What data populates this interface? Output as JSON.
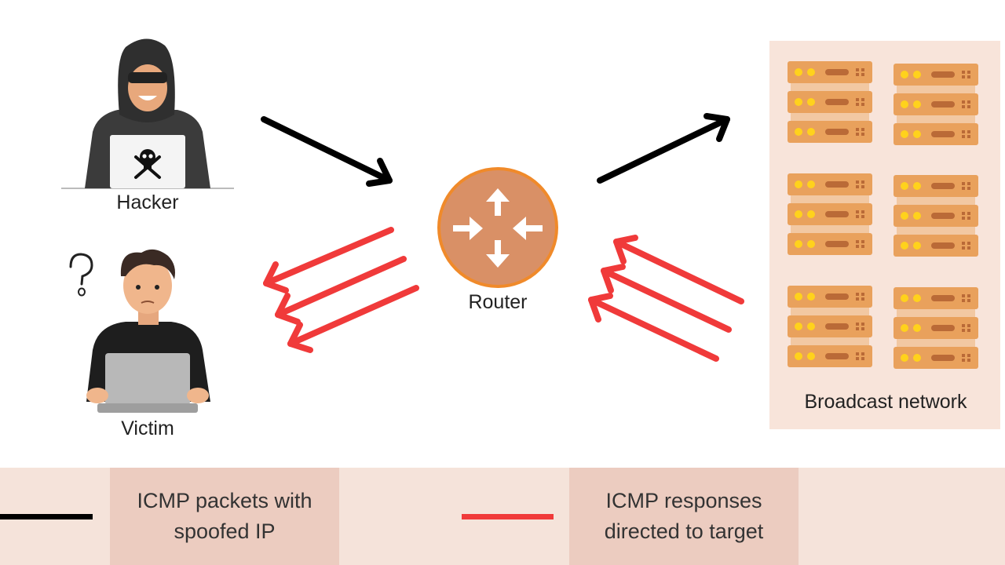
{
  "hacker": {
    "label": "Hacker"
  },
  "victim": {
    "label": "Victim"
  },
  "router": {
    "label": "Router"
  },
  "broadcast": {
    "label": "Broadcast network",
    "server_groups": 6,
    "units_per_group": 3
  },
  "legend": {
    "item1": {
      "line1": "ICMP packets with",
      "line2": "spoofed IP",
      "color": "#000000"
    },
    "item2": {
      "line1": "ICMP responses",
      "line2": "directed to target",
      "color": "#f03a3a"
    }
  },
  "colors": {
    "router_fill": "#d99066",
    "router_ring": "#f08a2a",
    "server_body": "#e9a15c",
    "server_slot": "#ba6a37",
    "server_led": "#ffd21c",
    "panel": "#f8e4da",
    "legend_bg": "#f5e3da",
    "legend_cell": "#ecccc0"
  }
}
